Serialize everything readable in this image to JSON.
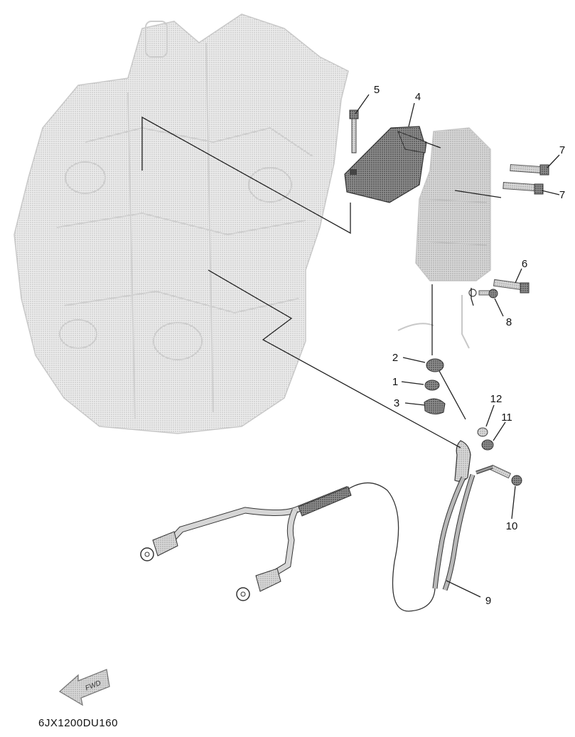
{
  "diagram": {
    "callouts": [
      {
        "id": "c1",
        "label": "1"
      },
      {
        "id": "c2",
        "label": "2"
      },
      {
        "id": "c3",
        "label": "3"
      },
      {
        "id": "c4",
        "label": "4"
      },
      {
        "id": "c5",
        "label": "5"
      },
      {
        "id": "c6",
        "label": "6"
      },
      {
        "id": "c7a",
        "label": "7"
      },
      {
        "id": "c7b",
        "label": "7"
      },
      {
        "id": "c8",
        "label": "8"
      },
      {
        "id": "c9",
        "label": "9"
      },
      {
        "id": "c10",
        "label": "10"
      },
      {
        "id": "c11",
        "label": "11"
      },
      {
        "id": "c12",
        "label": "12"
      }
    ],
    "fwd_arrow_label": "FWD",
    "diagram_code": "6JX1200DU160"
  },
  "colors": {
    "ghost_fill": "#e2e2e2",
    "ghost_stroke": "#c4c4c4",
    "part_fill": "#9a9a9a",
    "part_dark": "#5a5a5a",
    "line": "#222222"
  }
}
